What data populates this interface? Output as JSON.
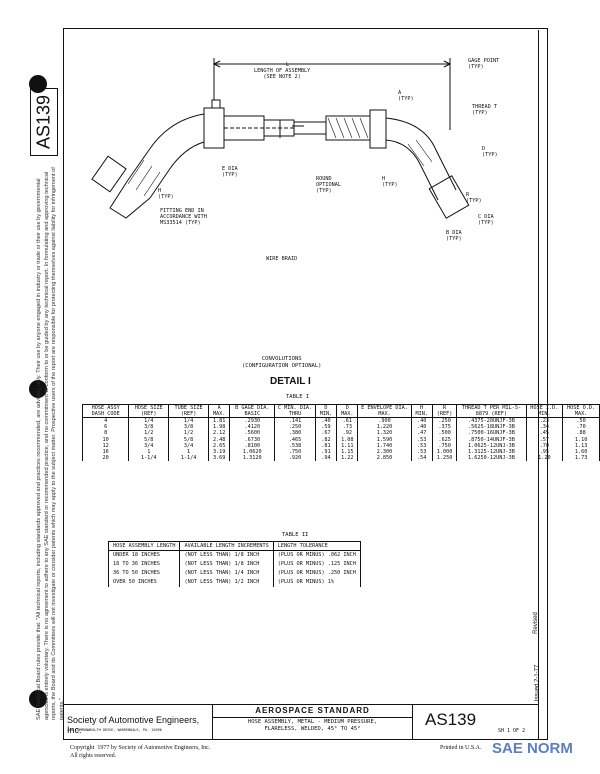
{
  "side_box": {
    "doc_number": "AS139"
  },
  "side_notice": "SAE Technical Board rules provide that: \"All technical reports, including standards approved and practices recommended, are advisory only. Their use by anyone engaged in industry or trade or their use by governmental agencies is entirely voluntary. There is no agreement to adhere to any SAE standard or recommended practice, and no commitment to conform to or be guided by any technical report. In formulating and approving technical reports, the Board and its Committees will not investigate or consider patents which may apply to the subject matter. Prospective users of the report are responsible for protecting themselves against liability for infringement of patents.\"",
  "drawing": {
    "labels": {
      "length": "L",
      "length_note": "LENGTH OF ASSEMBLY\n(SEE NOTE 2)",
      "gage_point": "GAGE POINT\n(TYP)",
      "thread_t": "THREAD T\n(TYP)",
      "a_typ": "A\n(TYP)",
      "e_dia_left": "E DIA\n(TYP)",
      "h_typ_left": "H\n(TYP)",
      "fitting": "FITTING END IN\nACCORDANCE WITH\nMS33514 (TYP)",
      "d_typ": "D\n(TYP)",
      "round_optional": "ROUND\nOPTIONAL\n(TYP)",
      "h_typ_right": "H\n(TYP)",
      "b_dia": "B DIA\n(TYP)",
      "c_dia": "C DIA\n(TYP)",
      "r_typ": "R\n(TYP)",
      "wire_braid": "WIRE BRAID",
      "convolutions": "CONVOLUTIONS\n(CONFIGURATION OPTIONAL)",
      "detail": "DETAIL  I"
    }
  },
  "table1": {
    "caption": "TABLE I",
    "headers": [
      "HOSE ASSY DASH CODE",
      "HOSE SIZE (REF)",
      "TUBE SIZE (REF)",
      "A MAX.",
      "B GAGE DIA. BASIC",
      "C MIN. DIA. THRU",
      "D MIN.",
      "D MAX.",
      "E ENVELOPE DIA. MAX.",
      "H MIN.",
      "R (REF)",
      "THREAD T PER MIL-S-8879 (REF)",
      "HOSE I.D. MIN.",
      "HOSE O.D. MAX."
    ],
    "rows": [
      [
        "4",
        "1/4",
        "1/4",
        "1.81",
        ".2930",
        ".141",
        ".40",
        ".61",
        ".900",
        ".40",
        ".250",
        ".4375-20UNJF-3B",
        ".23",
        ".50"
      ],
      [
        "6",
        "3/8",
        "3/8",
        "1.98",
        ".4120",
        ".250",
        ".59",
        ".73",
        "1.220",
        ".40",
        ".375",
        ".5625-18UNJF-3B",
        ".34",
        ".70"
      ],
      [
        "8",
        "1/2",
        "1/2",
        "2.12",
        ".5600",
        ".380",
        ".67",
        ".92",
        "1.320",
        ".47",
        ".500",
        ".7500-16UNJF-3B",
        ".45",
        ".88"
      ],
      [
        "10",
        "5/8",
        "5/8",
        "2.48",
        ".6730",
        ".465",
        ".82",
        "1.08",
        "1.590",
        ".53",
        ".625",
        ".8750-14UNJF-3B",
        ".57",
        "1.10"
      ],
      [
        "12",
        "3/4",
        "3/4",
        "2.65",
        ".8100",
        ".538",
        ".81",
        "1.11",
        "1.740",
        ".53",
        ".750",
        "1.0625-12UNJ-3B",
        ".70",
        "1.13"
      ],
      [
        "16",
        "1",
        "1",
        "3.19",
        "1.0620",
        ".750",
        ".91",
        "1.15",
        "2.300",
        ".53",
        "1.000",
        "1.3125-12UNJ-3B",
        ".95",
        "1.60"
      ],
      [
        "20",
        "1-1/4",
        "1-1/4",
        "3.69",
        "1.3120",
        ".920",
        ".94",
        "1.22",
        "2.850",
        ".54",
        "1.250",
        "1.6250-12UNJ-3B",
        "1.20",
        "1.73"
      ]
    ]
  },
  "table2": {
    "caption": "TABLE II",
    "headers": [
      "HOSE ASSEMBLY LENGTH",
      "AVAILABLE LENGTH INCREMENTS",
      "LENGTH TOLERANCE"
    ],
    "rows": [
      [
        "UNDER 18 INCHES",
        "(NOT LESS THAN) 1/8 INCH",
        "(PLUS OR MINUS) .062 INCH"
      ],
      [
        "18 TO 36 INCHES",
        "(NOT LESS THAN) 1/8 INCH",
        "(PLUS OR MINUS) .125 INCH"
      ],
      [
        "36 TO 50 INCHES",
        "(NOT LESS THAN) 1/4 INCH",
        "(PLUS OR MINUS) .250 INCH"
      ],
      [
        "OVER 50 INCHES",
        "(NOT LESS THAN) 1/2 INCH",
        "(PLUS OR MINUS) 1%"
      ]
    ]
  },
  "right_strip": {
    "revised": "Revised",
    "issued": "Issued  2-1-77"
  },
  "title_block": {
    "org": "Society of Automotive Engineers, Inc.",
    "org_address": "400 COMMONWEALTH DRIVE, WARRENDALE, PA. 15096",
    "heading": "AEROSPACE   STANDARD",
    "desc": "HOSE ASSEMBLY, METAL - MEDIUM PRESSURE,\nFLARELESS, WELDED, 45° TO 45°",
    "number": "AS139",
    "sheet": "SH 1 OF 2"
  },
  "footer": {
    "copyright": "Copyright  1977 by Society of Automotive Engineers, Inc.\nAll rights reserved.",
    "printed": "Printed in U.S.A.",
    "logo": "SAE NORM"
  }
}
